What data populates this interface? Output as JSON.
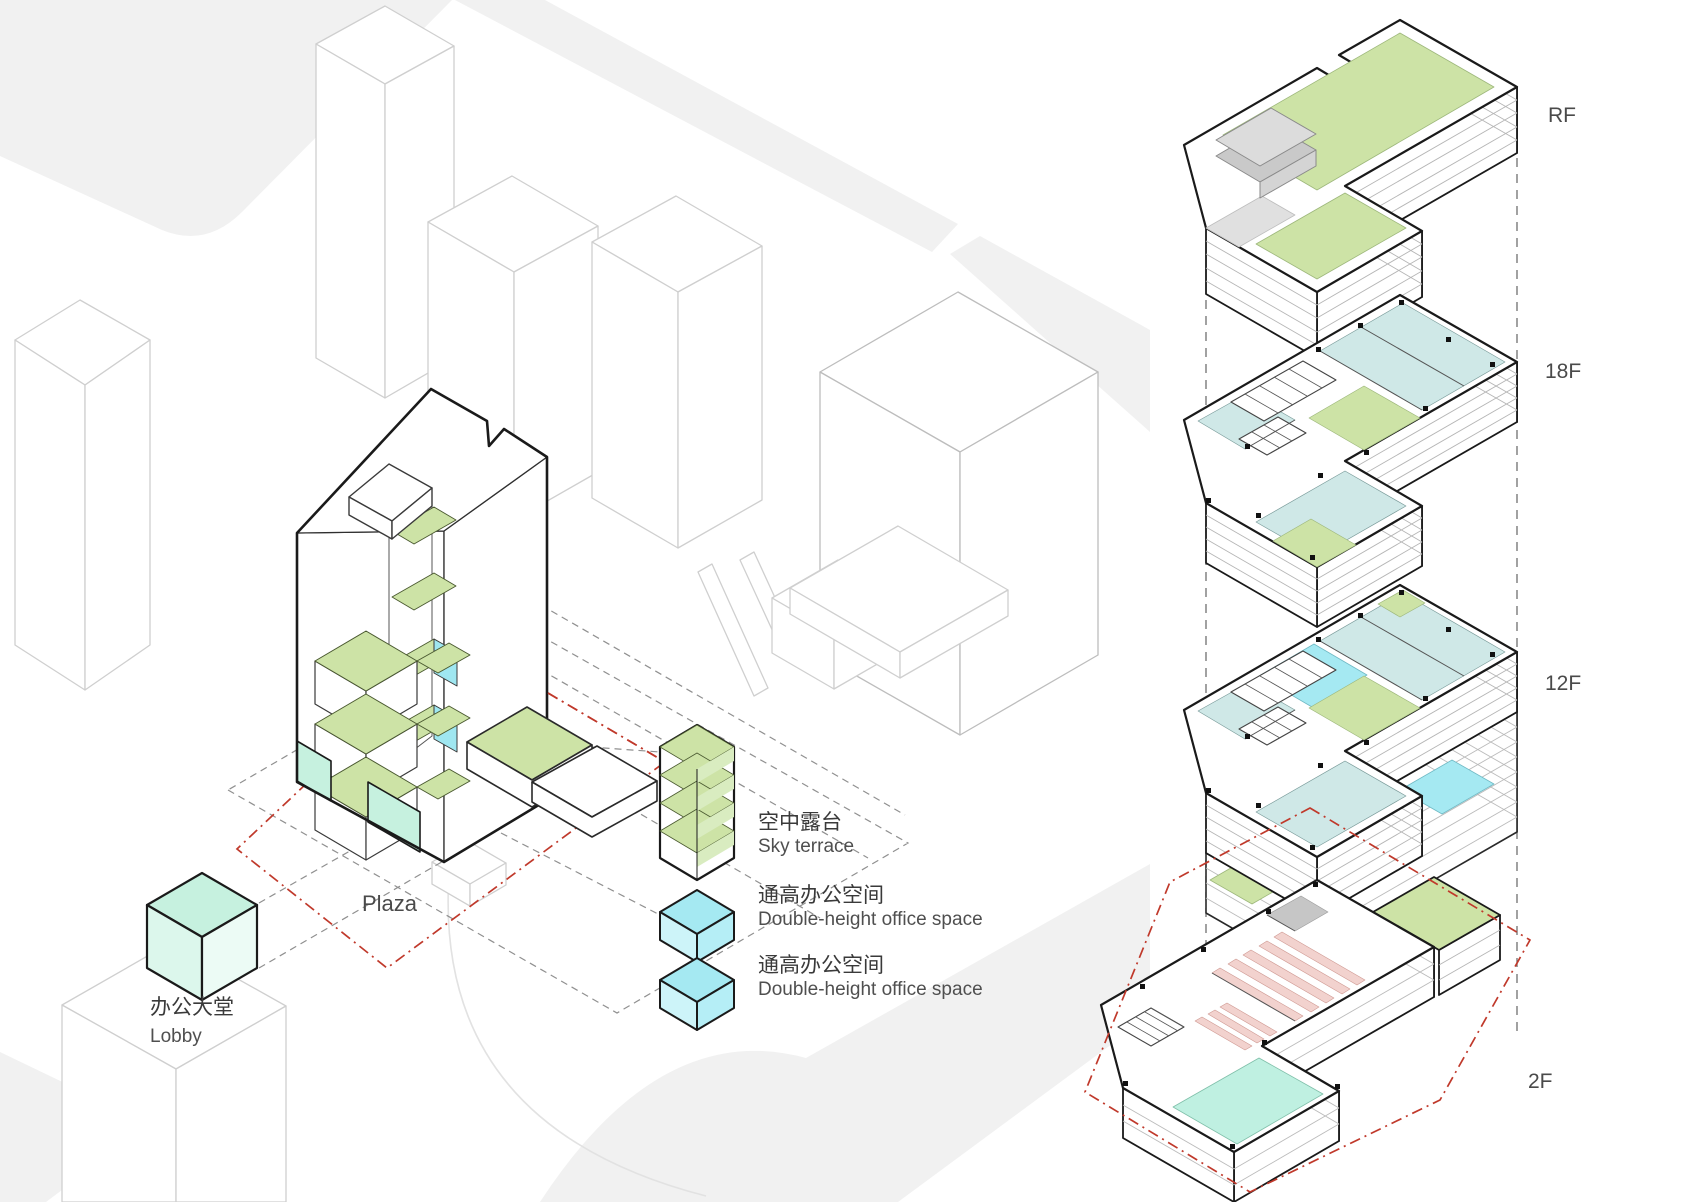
{
  "diagram": {
    "kind": "architectural axonometric program diagram",
    "left_view": "site axonometric with program legend",
    "right_view": "exploded floor plates"
  },
  "colors": {
    "sky_terrace_green": "#cde3a6",
    "double_height_cyan": "#a5e9f2",
    "office_room_blue": "#cfe8e7",
    "lobby_mint": "#c6f1df",
    "retail_pink": "#f2d2ce",
    "mech_gray": "#d4d4d4",
    "site_boundary_red": "#c0392b",
    "outline_black": "#1a1a1a",
    "entourage_gray": "#cfcfcf",
    "ground_gray": "#f1f1f1",
    "guide_dash_gray": "#909090"
  },
  "site_plan": {
    "plaza": "Plaza",
    "lobby_zh": "办公大堂",
    "lobby_en": "Lobby"
  },
  "legend": {
    "items": [
      {
        "zh": "空中露台",
        "en": "Sky terrace"
      },
      {
        "zh": "通高办公空间",
        "en": "Double-height office space"
      },
      {
        "zh": "通高办公空间",
        "en": "Double-height office space"
      }
    ]
  },
  "floors": {
    "items": [
      {
        "label": "RF"
      },
      {
        "label": "18F"
      },
      {
        "label": "12F"
      },
      {
        "label": "2F"
      }
    ]
  }
}
